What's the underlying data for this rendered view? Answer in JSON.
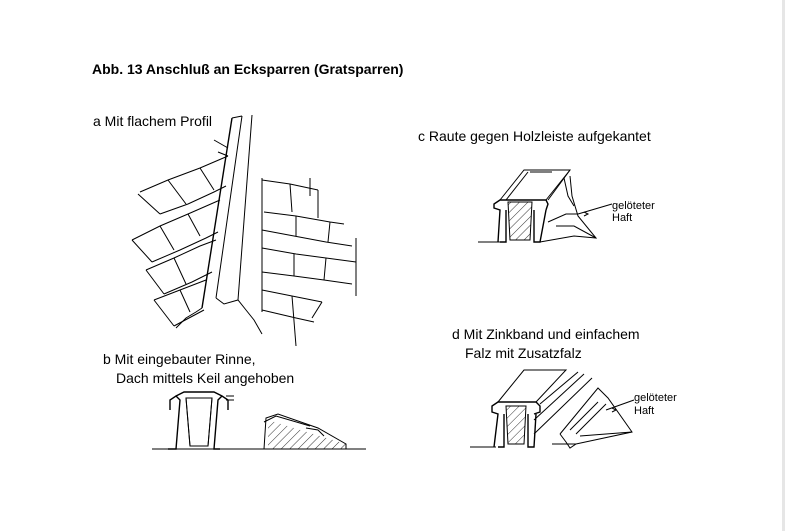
{
  "title": "Abb. 13 Anschluß an Ecksparren (Gratsparren)",
  "panels": {
    "a": {
      "label": "a Mit flachem Profil"
    },
    "b": {
      "label_line1": "b Mit eingebauter Rinne,",
      "label_line2": "Dach mittels Keil angehoben"
    },
    "c": {
      "label": "c Raute gegen Holzleiste aufgekantet",
      "callout_line1": "gelöteter",
      "callout_line2": "Haft"
    },
    "d": {
      "label_line1": "d Mit Zinkband und einfachem",
      "label_line2": "Falz mit Zusatzfalz",
      "callout_line1": "gelöteter",
      "callout_line2": "Haft"
    }
  }
}
